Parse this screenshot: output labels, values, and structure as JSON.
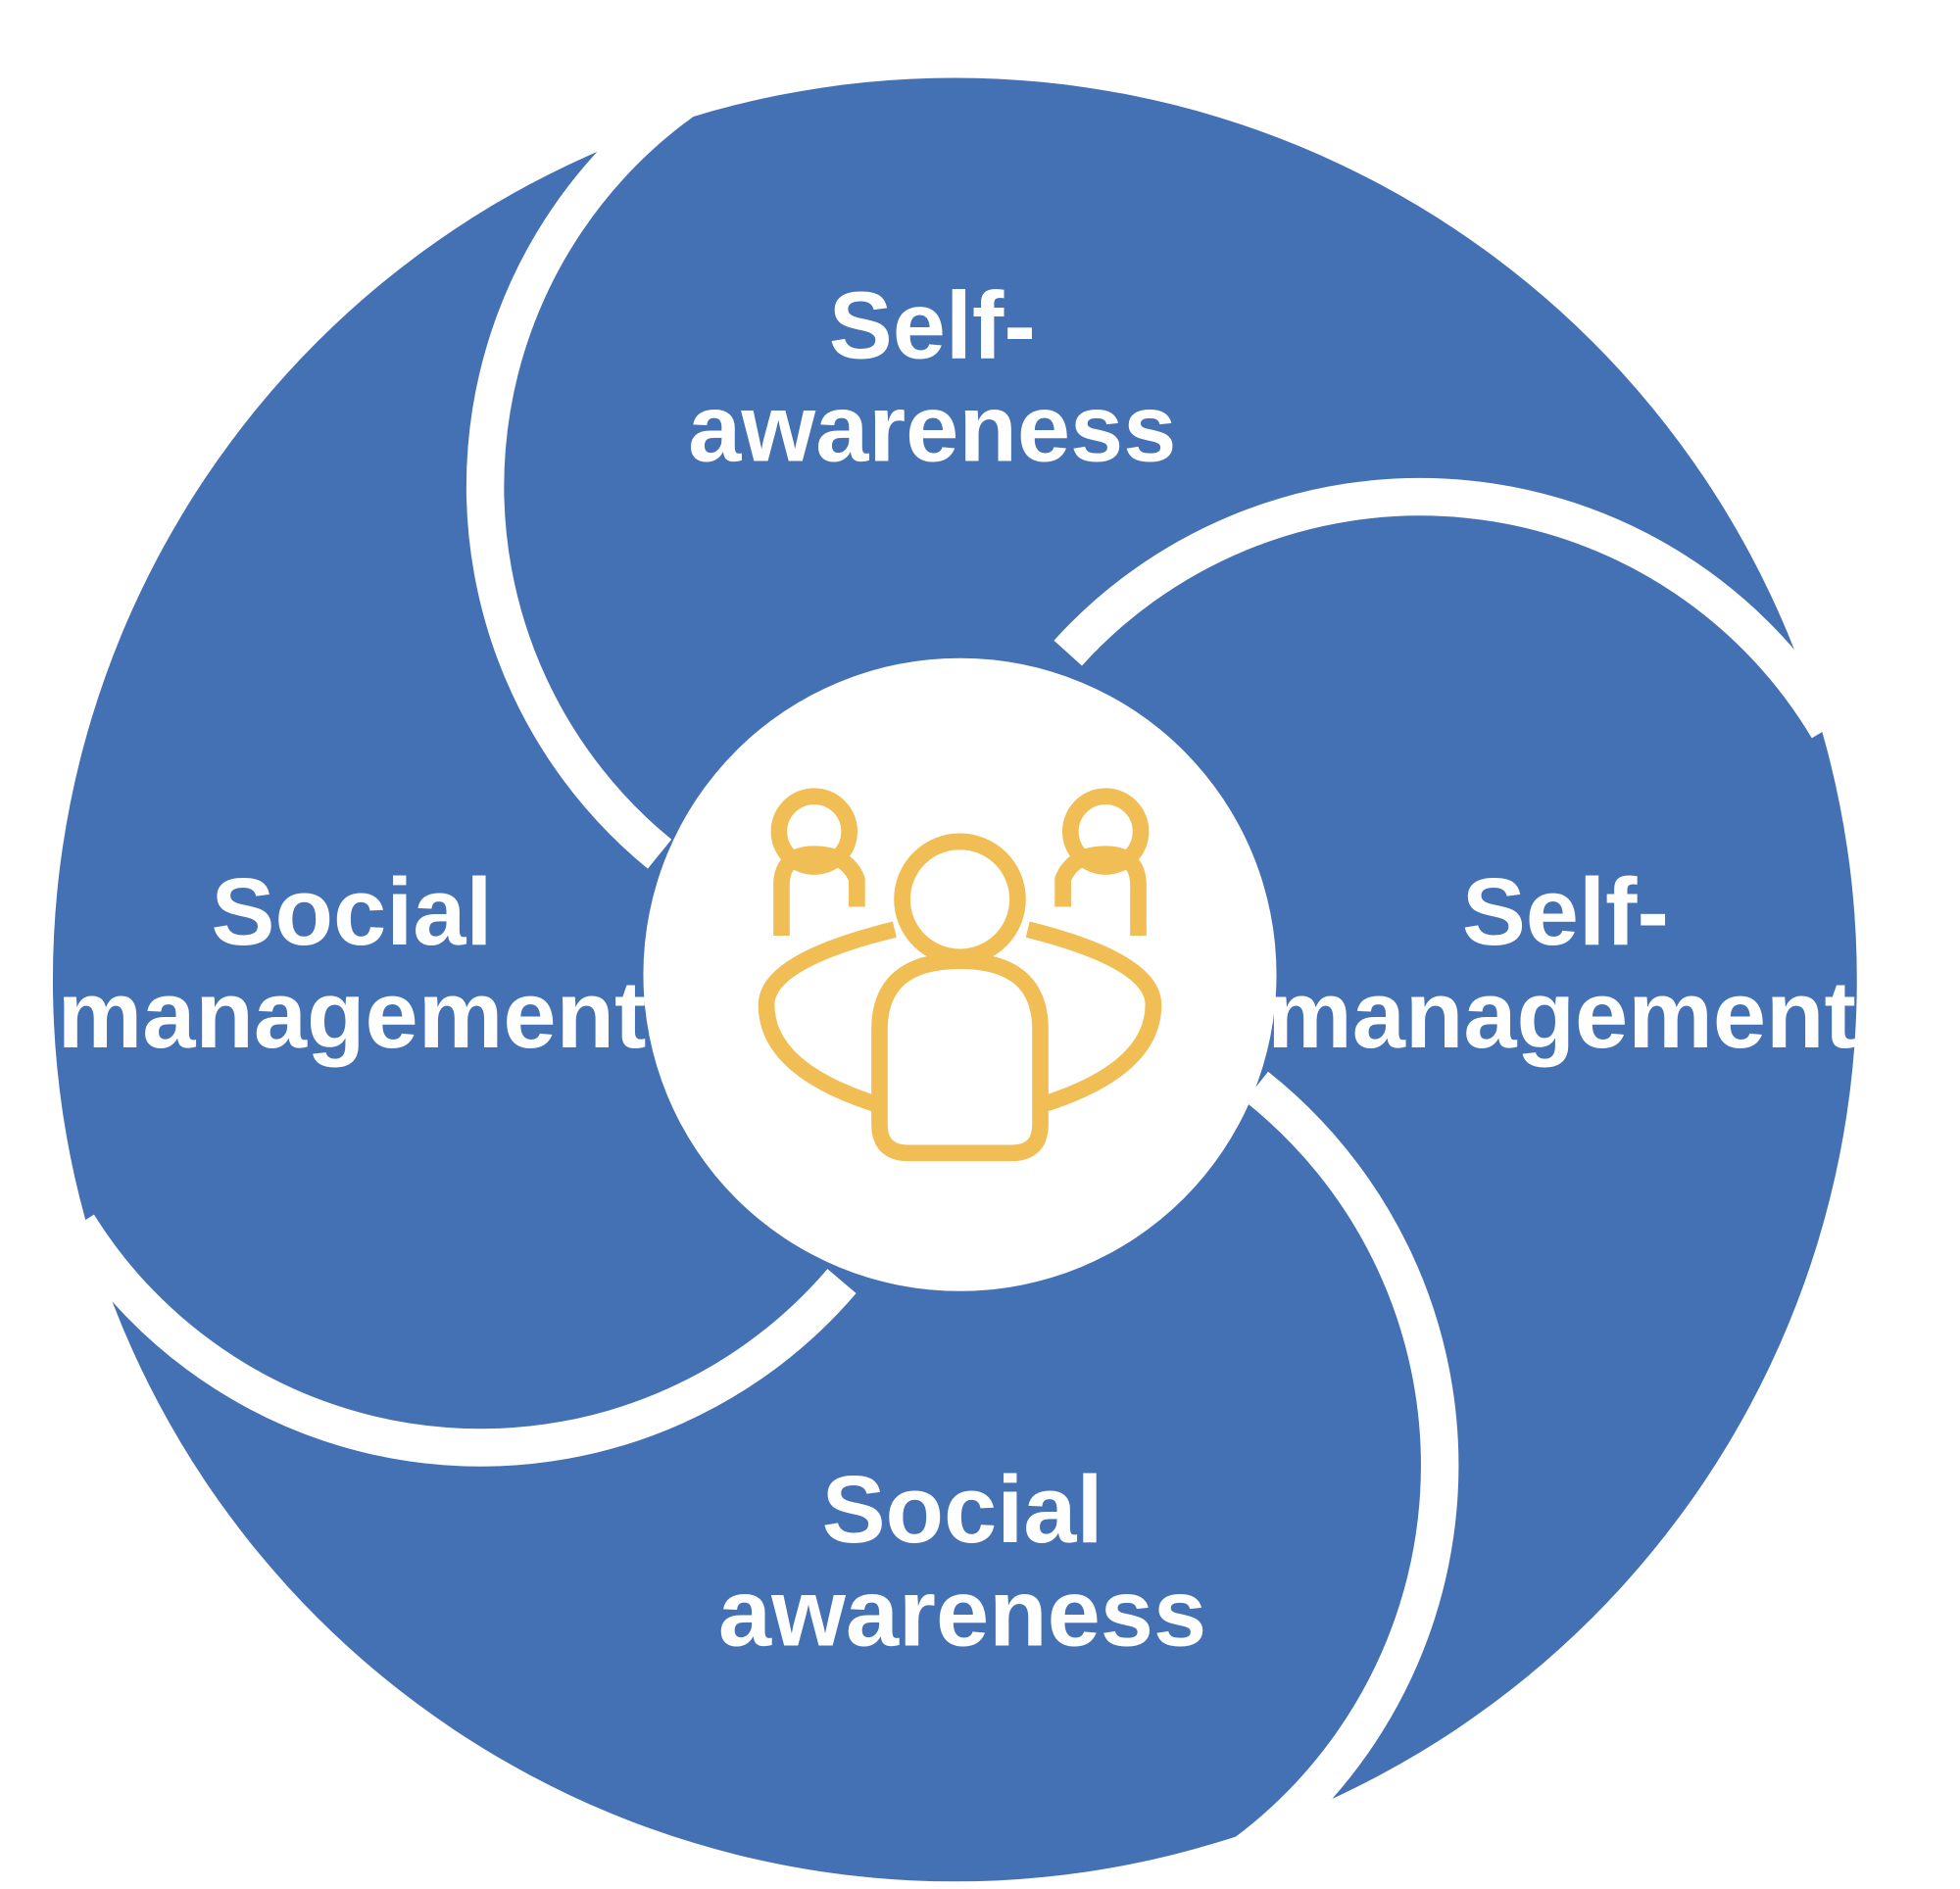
{
  "diagram": {
    "colors": {
      "blade": "#4470B4",
      "icon": "#F0BE55",
      "separator": "#FFFFFF"
    },
    "center_icon": "group-of-people-around-table-icon",
    "segments": [
      {
        "line1": "Self-",
        "line2": "awareness"
      },
      {
        "line1": "Self-",
        "line2": "management"
      },
      {
        "line1": "Social",
        "line2": "awareness"
      },
      {
        "line1": "Social",
        "line2": "management"
      }
    ]
  }
}
